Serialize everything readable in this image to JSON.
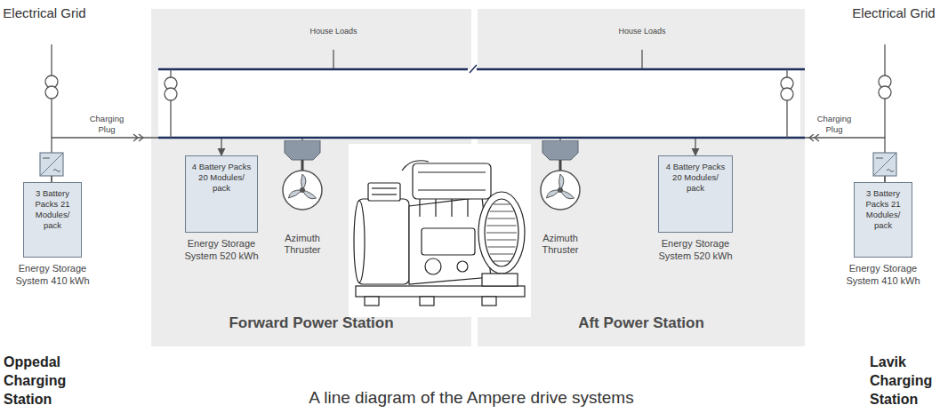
{
  "diagram": {
    "caption": "A line diagram of the Ampere drive systems",
    "nodes": [
      {
        "text": [
          "3 Battery Packs 21 Modules/ pack",
          "Energy Storage System 410 kWh"
        ]
      },
      {
        "text": [
          "Forward Power Station"
        ]
      },
      {
        "text": [
          "4 Battery Packs 20 Modules/ pack",
          "Energy Storage System 520 kWh"
        ],
        "in": 1
      },
      {
        "text": [
          "Azimuth Thruster"
        ],
        "in": 1
      },
      {
        "text": [
          "Aft Power Station"
        ]
      },
      {
        "text": [
          "Azimuth Thruster"
        ],
        "in": 4
      },
      {
        "text": [
          "4 Battery Packs 20 Modules/ pack",
          "Energy Storage System 520 kWh"
        ],
        "in": 4
      },
      {
        "text": [
          "3 Battery Packs 21 Modules/ pack",
          "Energy Storage System 410 kWh"
        ]
      }
    ],
    "edges": [
      {
        "from": 0,
        "to": 2,
        "arrow": "to",
        "label": "Charging Plug"
      },
      {
        "from": 7,
        "to": 6,
        "arrow": "to",
        "label": "Charging Plug"
      }
    ],
    "labels": [
      "Electrical Grid",
      "Electrical Grid",
      "House Loads",
      "House Loads",
      "Oppedal Charging Station",
      "Lavik Charging Station"
    ]
  }
}
